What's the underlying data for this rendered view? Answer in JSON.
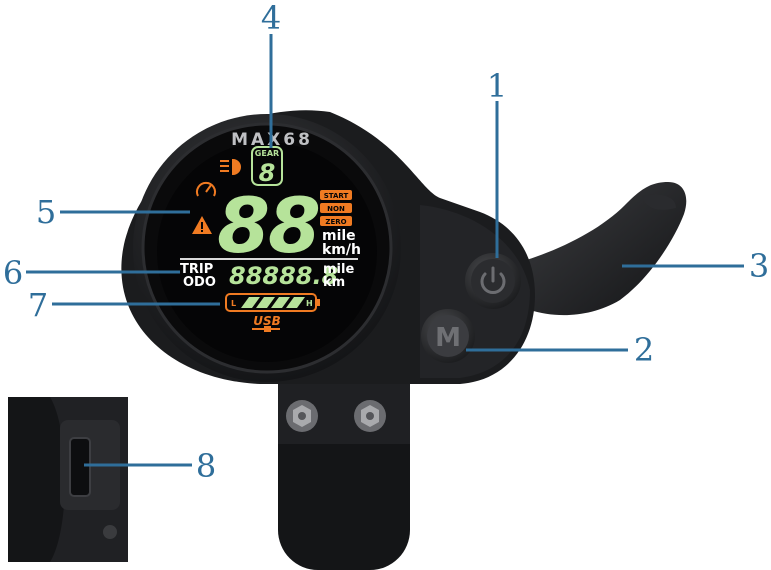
{
  "display": {
    "brand": "MAX68",
    "gear_label": "GEAR",
    "gear_value": "8",
    "speed_digits": "88",
    "mode_start": "START",
    "mode_non": "NON",
    "mode_zero": "ZERO",
    "speed_unit_top": "mile",
    "speed_unit_bottom": "km/h",
    "trip_label": "TRIP",
    "odo_label": "ODO",
    "odometer_digits": "88888.8",
    "distance_unit_top": "mile",
    "distance_unit_bottom": "km",
    "battery_low": "L",
    "battery_high": "H",
    "usb_label": "USB"
  },
  "buttons": {
    "mode_letter": "M"
  },
  "callouts": [
    {
      "id": "1"
    },
    {
      "id": "2"
    },
    {
      "id": "3"
    },
    {
      "id": "4"
    },
    {
      "id": "5"
    },
    {
      "id": "6"
    },
    {
      "id": "7"
    },
    {
      "id": "8"
    }
  ],
  "colors": {
    "callout": "#2f6e9a",
    "lcd_green": "#b6e39a",
    "lcd_orange": "#f07b22",
    "housing": "#1b1c1e"
  }
}
